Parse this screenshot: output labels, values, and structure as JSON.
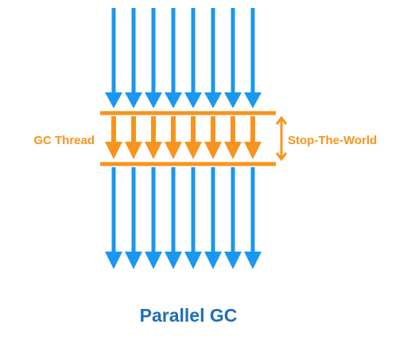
{
  "diagram": {
    "gc_thread_label": "GC Thread",
    "stop_the_world_label": "Stop-The-World",
    "title": "Parallel GC",
    "application_thread_count": 8,
    "gc_thread_count": 8
  },
  "colors": {
    "application_thread": "#1a97f0",
    "gc_thread": "#f7941d",
    "title": "#1f6fb4",
    "background": "#ffffff"
  }
}
